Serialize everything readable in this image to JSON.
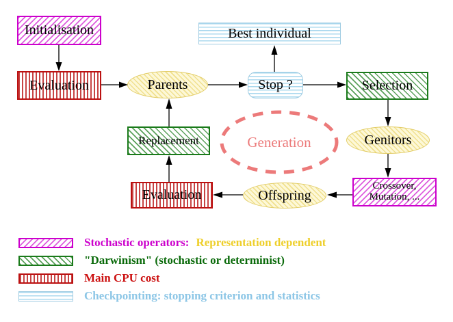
{
  "nodes": {
    "initialisation": {
      "label": "Initialisation"
    },
    "evaluation_top": {
      "label": "Evaluation"
    },
    "parents": {
      "label": "Parents"
    },
    "best_individual": {
      "label": "Best individual"
    },
    "stop": {
      "label": "Stop ?"
    },
    "selection": {
      "label": "Selection"
    },
    "genitors": {
      "label": "Genitors"
    },
    "crossover_mutation": {
      "line1": "Crossover,",
      "line2": "Mutation, ..."
    },
    "offspring": {
      "label": "Offspring"
    },
    "evaluation_bottom": {
      "label": "Evaluation"
    },
    "replacement": {
      "label": "Replacement"
    },
    "generation": {
      "label": "Generation"
    }
  },
  "legend": [
    {
      "text": "Stochastic operators:",
      "text2": "Representation dependent"
    },
    {
      "text": "\"Darwinism\" (stochastic or determinist)",
      "text2": ""
    },
    {
      "text": "Main CPU cost",
      "text2": ""
    },
    {
      "text": "Checkpointing: stopping criterion and statistics",
      "text2": ""
    }
  ],
  "colors": {
    "magenta": "#cc00cc",
    "green": "#1a7a1a",
    "red": "#bb1111",
    "cyan_stripe": "#aad8ee",
    "yellow_text": "#eecf2a",
    "yellow_node_border": "#e2cc66",
    "salmon": "#ec7a7a",
    "arrow": "#000000"
  }
}
